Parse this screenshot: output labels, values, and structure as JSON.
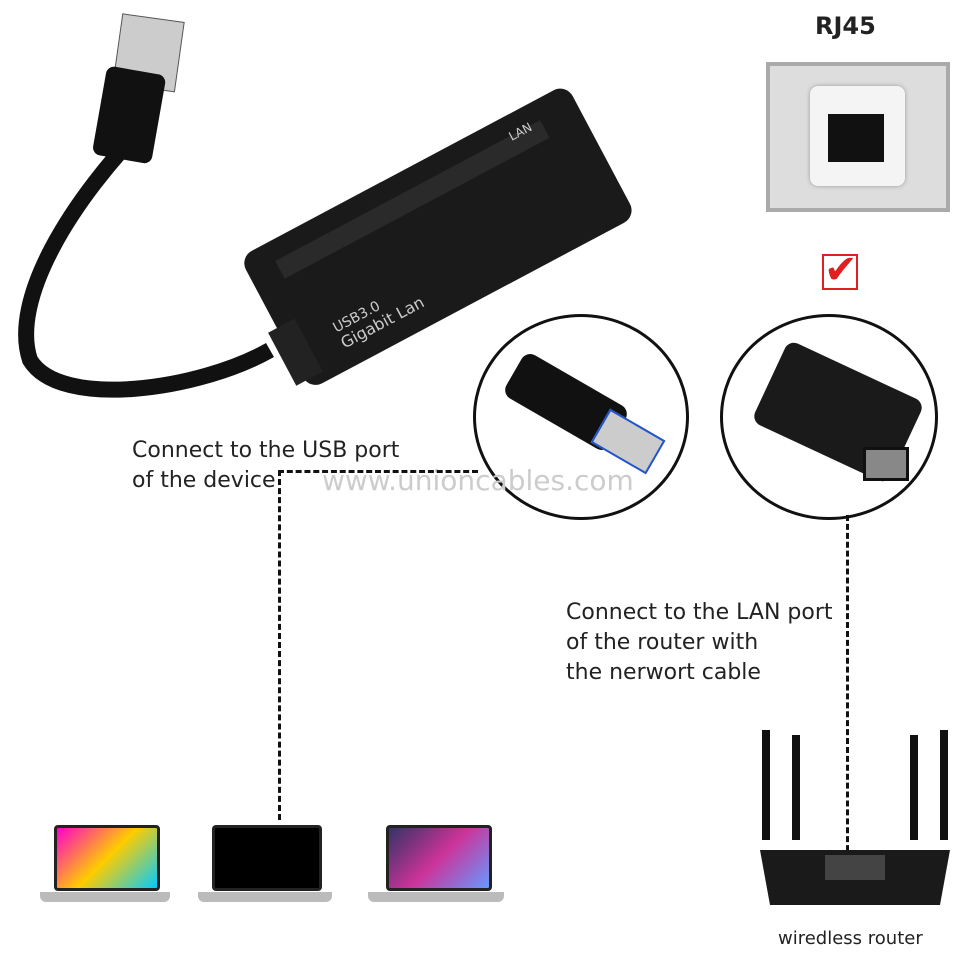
{
  "rj45": {
    "title": "RJ45"
  },
  "adapter": {
    "label_line1": "USB3.0",
    "label_line2": "Gigabit Lan",
    "port_label": "LAN"
  },
  "usb_text": {
    "line1": "Connect to the USB port",
    "line2": "of the device"
  },
  "watermark": "www.unioncables.com",
  "lan_text": {
    "line1": "Connect to the LAN port",
    "line2": "of the router with",
    "line3": "the nerwort cable"
  },
  "router_caption": "wiredless router",
  "colors": {
    "check": "#e02020",
    "device": "#1a1a1a"
  }
}
